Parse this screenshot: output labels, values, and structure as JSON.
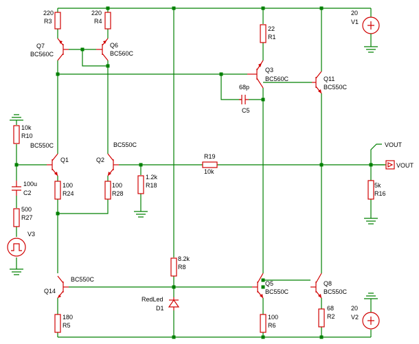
{
  "colors": {
    "wire": "#008000",
    "component": "#d00000",
    "text": "#000000",
    "background": "#ffffff"
  },
  "components": {
    "r3": {
      "ref": "R3",
      "value": "220"
    },
    "r4": {
      "ref": "R4",
      "value": "220"
    },
    "r1": {
      "ref": "R1",
      "value": "22"
    },
    "v1": {
      "ref": "V1",
      "value": "20"
    },
    "q7": {
      "ref": "Q7",
      "type": "BC560C"
    },
    "q6": {
      "ref": "Q6",
      "type": "BC560C"
    },
    "q3": {
      "ref": "Q3",
      "type": "BC560C"
    },
    "q11": {
      "ref": "Q11",
      "type": "BC550C"
    },
    "c5": {
      "ref": "C5",
      "value": "68p"
    },
    "r10": {
      "ref": "R10",
      "value": "10k"
    },
    "q1": {
      "ref": "Q1",
      "type": "BC550C"
    },
    "q2": {
      "ref": "Q2",
      "type": "BC550C"
    },
    "r19": {
      "ref": "R19",
      "value": "10k"
    },
    "r18": {
      "ref": "R18",
      "value": "1.2k"
    },
    "r24": {
      "ref": "R24",
      "value": "100"
    },
    "r28": {
      "ref": "R28",
      "value": "100"
    },
    "c2": {
      "ref": "C2",
      "value": "100u"
    },
    "r27": {
      "ref": "R27",
      "value": "500"
    },
    "v3": {
      "ref": "V3"
    },
    "r16": {
      "ref": "R16",
      "value": "5k"
    },
    "r8": {
      "ref": "R8",
      "value": "8.2k"
    },
    "d1": {
      "ref": "D1",
      "value": "RedLed"
    },
    "q14": {
      "ref": "Q14",
      "type": "BC550C"
    },
    "r5": {
      "ref": "R5",
      "value": "180"
    },
    "q5": {
      "ref": "Q5",
      "type": "BC550C"
    },
    "r6": {
      "ref": "R6",
      "value": "100"
    },
    "q8": {
      "ref": "Q8",
      "type": "BC550C"
    },
    "r2": {
      "ref": "R2",
      "value": "68"
    },
    "v2": {
      "ref": "V2",
      "value": "20"
    }
  },
  "output": {
    "net_label": "VOUT",
    "port_label": "VOUT"
  }
}
